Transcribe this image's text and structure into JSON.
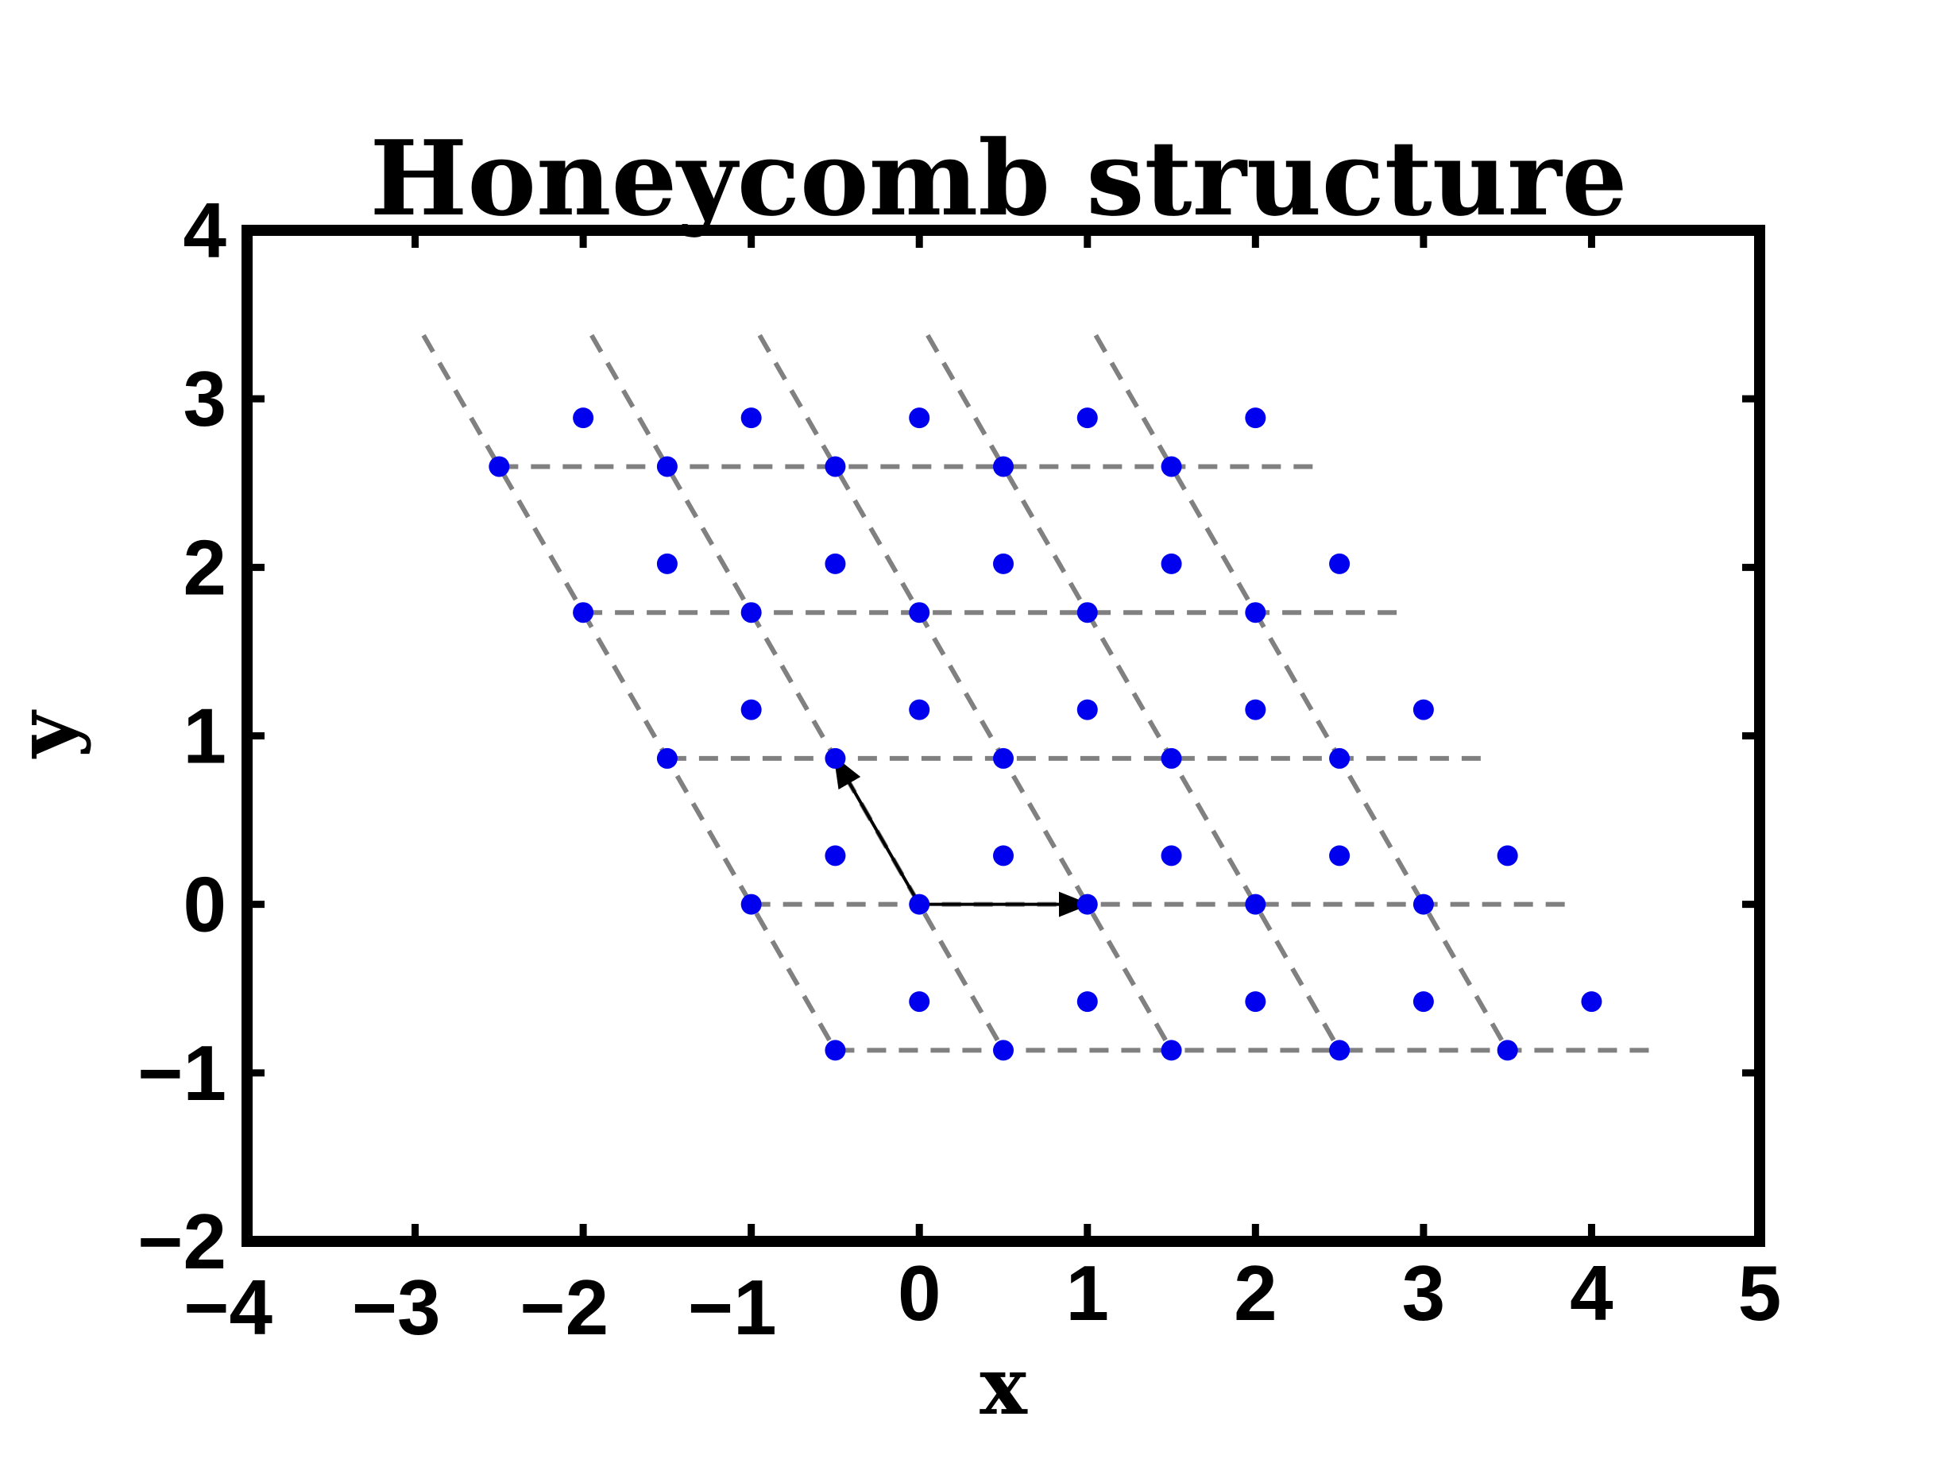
{
  "chart_data": {
    "type": "scatter",
    "title": "Honeycomb structure",
    "xlabel": "x",
    "ylabel": "y",
    "xlim": [
      -4,
      5
    ],
    "ylim": [
      -2,
      4
    ],
    "grid": false,
    "legend": "none",
    "xticks": [
      -4,
      -3,
      -2,
      -1,
      0,
      1,
      2,
      3,
      4,
      5
    ],
    "yticks": [
      -2,
      -1,
      0,
      1,
      2,
      3,
      4
    ],
    "xtick_labels": [
      "−4",
      "−3",
      "−2",
      "−1",
      "0",
      "1",
      "2",
      "3",
      "4",
      "5"
    ],
    "ytick_labels": [
      "−2",
      "−1",
      "0",
      "1",
      "2",
      "3",
      "4"
    ],
    "colors": {
      "points": "#0000ee",
      "dashed_lines": "#808080",
      "vectors": "#000000",
      "frame": "#000000"
    },
    "series": [
      {
        "values": [
          {
            "x": 2.0,
            "y": 2.887
          },
          {
            "x": 1.0,
            "y": 2.887
          },
          {
            "x": 0.0,
            "y": 2.887
          },
          {
            "x": -1.0,
            "y": 2.887
          },
          {
            "x": -2.0,
            "y": 2.887
          },
          {
            "x": -2.5,
            "y": 2.598
          },
          {
            "x": -1.5,
            "y": 2.598
          },
          {
            "x": -0.5,
            "y": 2.598
          },
          {
            "x": 0.5,
            "y": 2.598
          },
          {
            "x": 1.5,
            "y": 2.598
          },
          {
            "x": 2.5,
            "y": 2.021
          },
          {
            "x": 1.5,
            "y": 2.021
          },
          {
            "x": 0.5,
            "y": 2.021
          },
          {
            "x": -0.5,
            "y": 2.021
          },
          {
            "x": -1.5,
            "y": 2.021
          },
          {
            "x": -2.0,
            "y": 1.732
          },
          {
            "x": -1.0,
            "y": 1.732
          },
          {
            "x": 0.0,
            "y": 1.732
          },
          {
            "x": 1.0,
            "y": 1.732
          },
          {
            "x": 2.0,
            "y": 1.732
          },
          {
            "x": 3.0,
            "y": 1.155
          },
          {
            "x": 2.0,
            "y": 1.155
          },
          {
            "x": 1.0,
            "y": 1.155
          },
          {
            "x": 0.0,
            "y": 1.155
          },
          {
            "x": -1.0,
            "y": 1.155
          },
          {
            "x": -1.5,
            "y": 0.866
          },
          {
            "x": -0.5,
            "y": 0.866
          },
          {
            "x": 0.5,
            "y": 0.866
          },
          {
            "x": 1.5,
            "y": 0.866
          },
          {
            "x": 2.5,
            "y": 0.866
          },
          {
            "x": 3.5,
            "y": 0.289
          },
          {
            "x": 2.5,
            "y": 0.289
          },
          {
            "x": 1.5,
            "y": 0.289
          },
          {
            "x": 0.5,
            "y": 0.289
          },
          {
            "x": -0.5,
            "y": 0.289
          },
          {
            "x": -1.0,
            "y": 0.0
          },
          {
            "x": 0.0,
            "y": 0.0
          },
          {
            "x": 1.0,
            "y": 0.0
          },
          {
            "x": 2.0,
            "y": 0.0
          },
          {
            "x": 3.0,
            "y": 0.0
          },
          {
            "x": 4.0,
            "y": -0.577
          },
          {
            "x": 3.0,
            "y": -0.577
          },
          {
            "x": 2.0,
            "y": -0.577
          },
          {
            "x": 1.0,
            "y": -0.577
          },
          {
            "x": 0.0,
            "y": -0.577
          },
          {
            "x": -0.5,
            "y": -0.866
          },
          {
            "x": 0.5,
            "y": -0.866
          },
          {
            "x": 1.5,
            "y": -0.866
          },
          {
            "x": 2.5,
            "y": -0.866
          },
          {
            "x": 3.5,
            "y": -0.866
          }
        ]
      }
    ],
    "dashed_lines": [
      {
        "x": [
          -2.5,
          2.4
        ],
        "y": [
          2.598,
          2.598
        ]
      },
      {
        "x": [
          -2.0,
          2.9
        ],
        "y": [
          1.732,
          1.732
        ]
      },
      {
        "x": [
          -1.5,
          3.4
        ],
        "y": [
          0.866,
          0.866
        ]
      },
      {
        "x": [
          -1.0,
          3.9
        ],
        "y": [
          0.0,
          0.0
        ]
      },
      {
        "x": [
          -0.5,
          4.4
        ],
        "y": [
          -0.866,
          -0.866
        ]
      },
      {
        "x": [
          -2.95,
          -0.5
        ],
        "y": [
          3.377,
          -0.866
        ]
      },
      {
        "x": [
          -1.95,
          0.5
        ],
        "y": [
          3.377,
          -0.866
        ]
      },
      {
        "x": [
          -0.95,
          1.5
        ],
        "y": [
          3.377,
          -0.866
        ]
      },
      {
        "x": [
          0.05,
          2.5
        ],
        "y": [
          3.377,
          -0.866
        ]
      },
      {
        "x": [
          1.05,
          3.5
        ],
        "y": [
          3.377,
          -0.866
        ]
      }
    ],
    "vectors": [
      {
        "from": [
          0,
          0
        ],
        "to": [
          1,
          0
        ]
      },
      {
        "from": [
          0,
          0
        ],
        "to": [
          -0.5,
          0.866
        ]
      }
    ]
  }
}
